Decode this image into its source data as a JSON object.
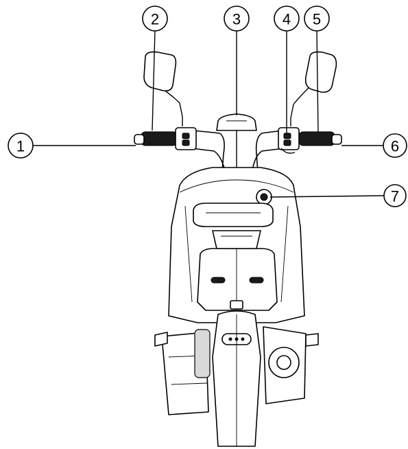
{
  "callouts": [
    {
      "number": "1"
    },
    {
      "number": "2"
    },
    {
      "number": "3"
    },
    {
      "number": "4"
    },
    {
      "number": "5"
    },
    {
      "number": "6"
    },
    {
      "number": "7"
    }
  ]
}
